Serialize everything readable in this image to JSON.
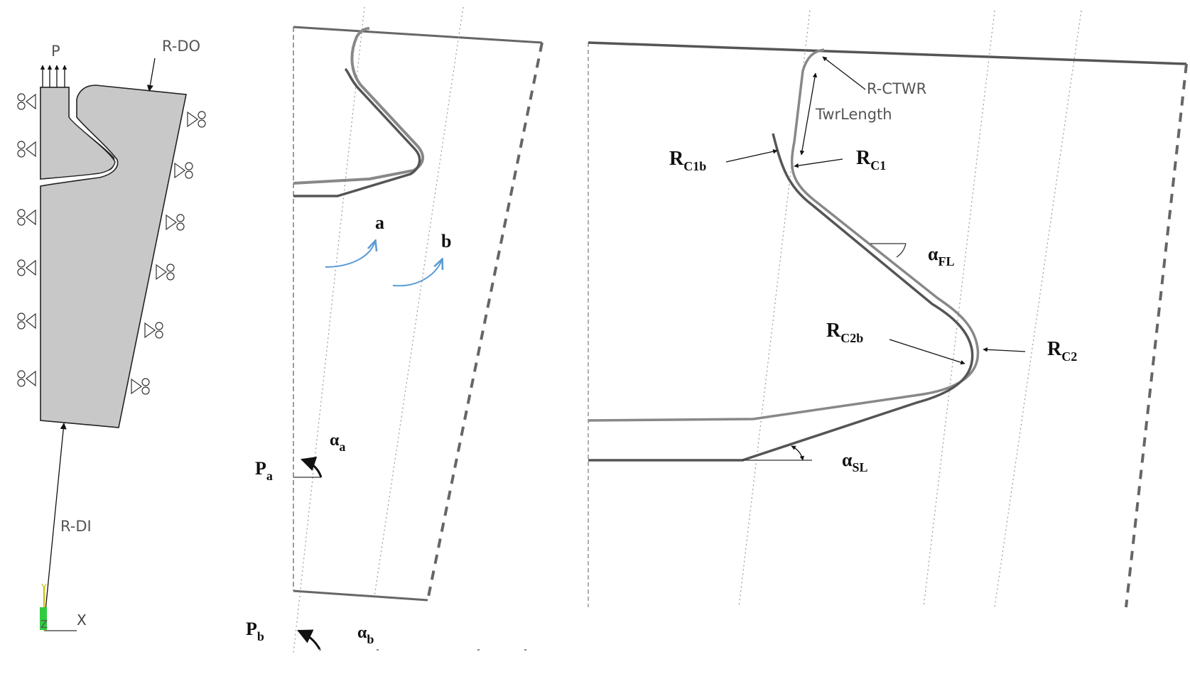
{
  "panel_left": {
    "load_label": "P",
    "outer_radius_label": "R-DO",
    "inner_radius_label": "R-DI",
    "axis_x_label": "X",
    "axis_z_label": "Z",
    "axis_y_label": "Y",
    "fill_color": "#c8c8c8"
  },
  "panel_middle": {
    "path_a_label": "a",
    "path_b_label": "b",
    "point_a": {
      "main": "P",
      "sub": "a"
    },
    "angle_a": {
      "main": "α",
      "sub": "a"
    },
    "point_b": {
      "main": "P",
      "sub": "b"
    },
    "angle_b": {
      "main": "α",
      "sub": "b"
    },
    "arrow_color": "#5b9bd5"
  },
  "panel_right": {
    "ctwr_label": "R-CTWR",
    "twr_length_label": "TwrLength",
    "rc1b": {
      "main": "R",
      "sub": "C1b"
    },
    "rc1": {
      "main": "R",
      "sub": "C1"
    },
    "alpha_fl": {
      "main": "α",
      "sub": "FL"
    },
    "rc2b": {
      "main": "R",
      "sub": "C2b"
    },
    "rc2": {
      "main": "R",
      "sub": "C2"
    },
    "alpha_sl": {
      "main": "α",
      "sub": "SL"
    }
  }
}
